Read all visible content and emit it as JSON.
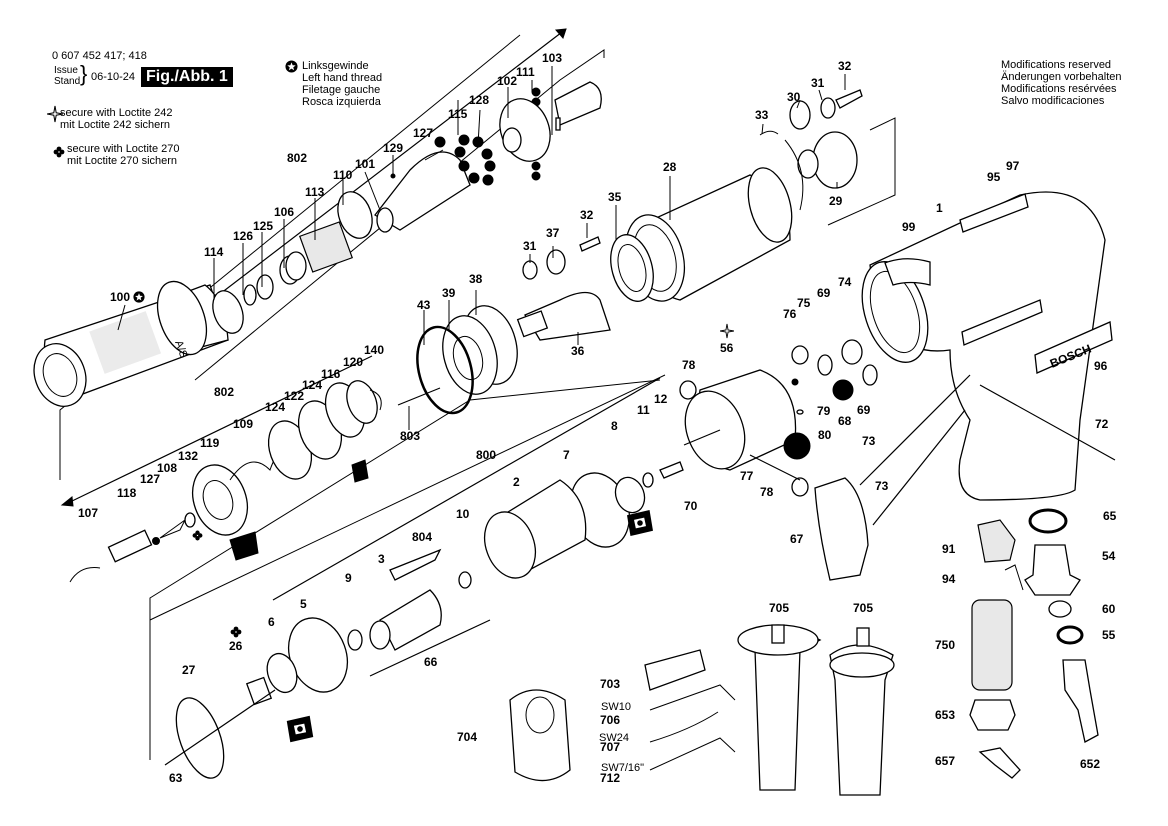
{
  "header": {
    "part_number": "0 607 452 417; 418",
    "issue_label_1": "Issue",
    "issue_label_2": "Stand",
    "issue_date": "06-10-24",
    "figure_label": "Fig./Abb. 1"
  },
  "legend": {
    "left_hand_thread": [
      "Linksgewinde",
      "Left hand thread",
      "Filetage gauche",
      "Rosca izquierda"
    ],
    "loctite_242": [
      "secure with Loctite 242",
      "mit Loctite 242 sichern"
    ],
    "loctite_270": [
      "secure with Loctite 270",
      "mit Loctite 270 sichern"
    ],
    "modifications": [
      "Modifications reserved",
      "Änderungen vorbehalten",
      "Modifications resérvées",
      "Salvo modificaciones"
    ]
  },
  "brand_label": "BOSCH",
  "chuck_marking": "A/S",
  "labels": {
    "l100": "100",
    "l114": "114",
    "l126": "126",
    "l125": "125",
    "l106": "106",
    "l113": "113",
    "l802a": "802",
    "l110": "110",
    "l101": "101",
    "l129": "129",
    "l127a": "127",
    "l115": "115",
    "l128": "128",
    "l102": "102",
    "l111": "111",
    "l103": "103",
    "l33": "33",
    "l30": "30",
    "l31a": "31",
    "l32a": "32",
    "l29": "29",
    "l28": "28",
    "l35": "35",
    "l32b": "32",
    "l37": "37",
    "l31b": "31",
    "l36": "36",
    "l38": "38",
    "l39": "39",
    "l43": "43",
    "l803": "803",
    "l802b": "802",
    "l140": "140",
    "l120": "120",
    "l116": "116",
    "l124a": "124",
    "l122": "122",
    "l124b": "124",
    "l109": "109",
    "l119": "119",
    "l132": "132",
    "l108": "108",
    "l127b": "127",
    "l118": "118",
    "l107": "107",
    "l800": "800",
    "l2": "2",
    "l7": "7",
    "l8": "8",
    "l11": "11",
    "l12": "12",
    "l10": "10",
    "l804": "804",
    "l3": "3",
    "l9": "9",
    "l5": "5",
    "l6": "6",
    "l26": "26",
    "l27": "27",
    "l63": "63",
    "l66": "66",
    "l56": "56",
    "l78a": "78",
    "l70": "70",
    "l77": "77",
    "l78b": "78",
    "l76": "76",
    "l75": "75",
    "l69a": "69",
    "l74": "74",
    "l68": "68",
    "l69b": "69",
    "l79": "79",
    "l80": "80",
    "l1": "1",
    "l95": "95",
    "l97": "97",
    "l99": "99",
    "l96": "96",
    "l72": "72",
    "l73a": "73",
    "l73b": "73",
    "l67": "67",
    "l65": "65",
    "l91": "91",
    "l54": "54",
    "l94": "94",
    "l60": "60",
    "l55": "55",
    "l750": "750",
    "l653": "653",
    "l657": "657",
    "l652": "652",
    "l705a": "705",
    "l705b": "705",
    "l703": "703",
    "l704": "704",
    "l706": "706",
    "l707": "707",
    "l712": "712",
    "sw706": "SW10",
    "sw707": "SW24",
    "sw712": "SW7/16\""
  }
}
